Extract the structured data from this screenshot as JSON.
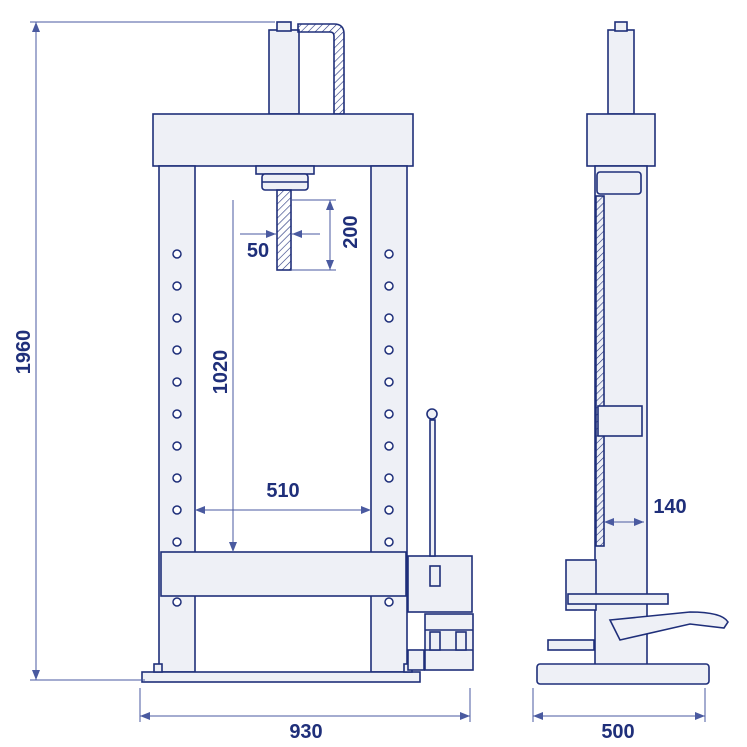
{
  "colors": {
    "stroke": "#1f2f7a",
    "fill": "#eef0f6",
    "dim_line": "#4a5aa0",
    "text": "#1f2f7a"
  },
  "dimensions": {
    "overall_height": "1960",
    "overall_width": "930",
    "side_depth": "500",
    "working_height": "1020",
    "working_width": "510",
    "stroke": "200",
    "piston_diameter": "50",
    "table_gap": "140"
  }
}
